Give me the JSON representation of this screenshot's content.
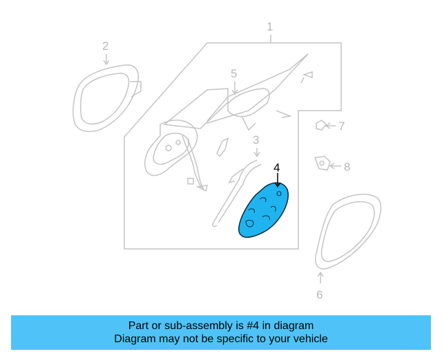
{
  "colors": {
    "highlight_fill": "#1fb4f0",
    "banner_bg": "#4fc3f7",
    "line_gray": "#c4c4c4",
    "text_black": "#000000"
  },
  "callouts": {
    "c1": "1",
    "c2": "2",
    "c3": "3",
    "c4": "4",
    "c5": "5",
    "c6": "6",
    "c7": "7",
    "c8": "8"
  },
  "highlighted_part": "4",
  "banner": {
    "line1": "Part or sub-assembly is #4 in diagram",
    "line2": "Diagram may not be specific to your vehicle"
  }
}
